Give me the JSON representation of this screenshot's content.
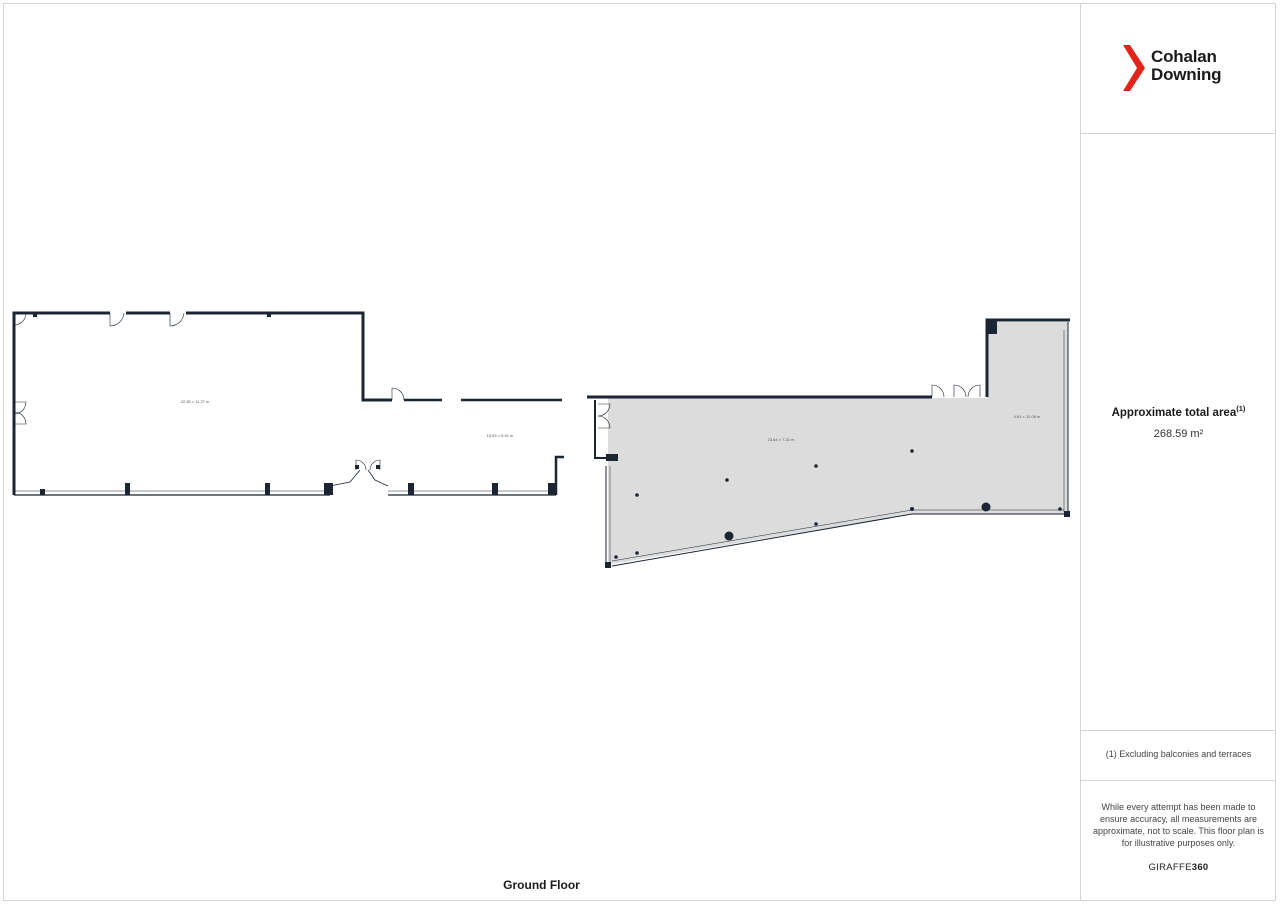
{
  "plan": {
    "floor_label": "Ground Floor",
    "rooms": [
      {
        "label": "22.38 × 11.27 m"
      },
      {
        "label": "15.53 × 5.91 m"
      },
      {
        "label": "23.64 × 7.31 m"
      },
      {
        "label": "4.91 × 12.06 m"
      }
    ]
  },
  "sidebar": {
    "logo": {
      "line1": "Cohalan",
      "line2": "Downing"
    },
    "area_title": "Approximate total area",
    "area_superscript": "(1)",
    "area_value": "268.59 m²",
    "note": "(1) Excluding balconies and terraces",
    "disclaimer": "While every attempt has been made to ensure accuracy, all measurements are approximate, not to scale. This floor plan is for illustrative purposes only.",
    "brand_prefix": "GIRAFFE",
    "brand_suffix": "360"
  },
  "colors": {
    "wall": "#1b2533",
    "floor_fill": "#dcdcdc",
    "logo_red": "#e1251b"
  }
}
